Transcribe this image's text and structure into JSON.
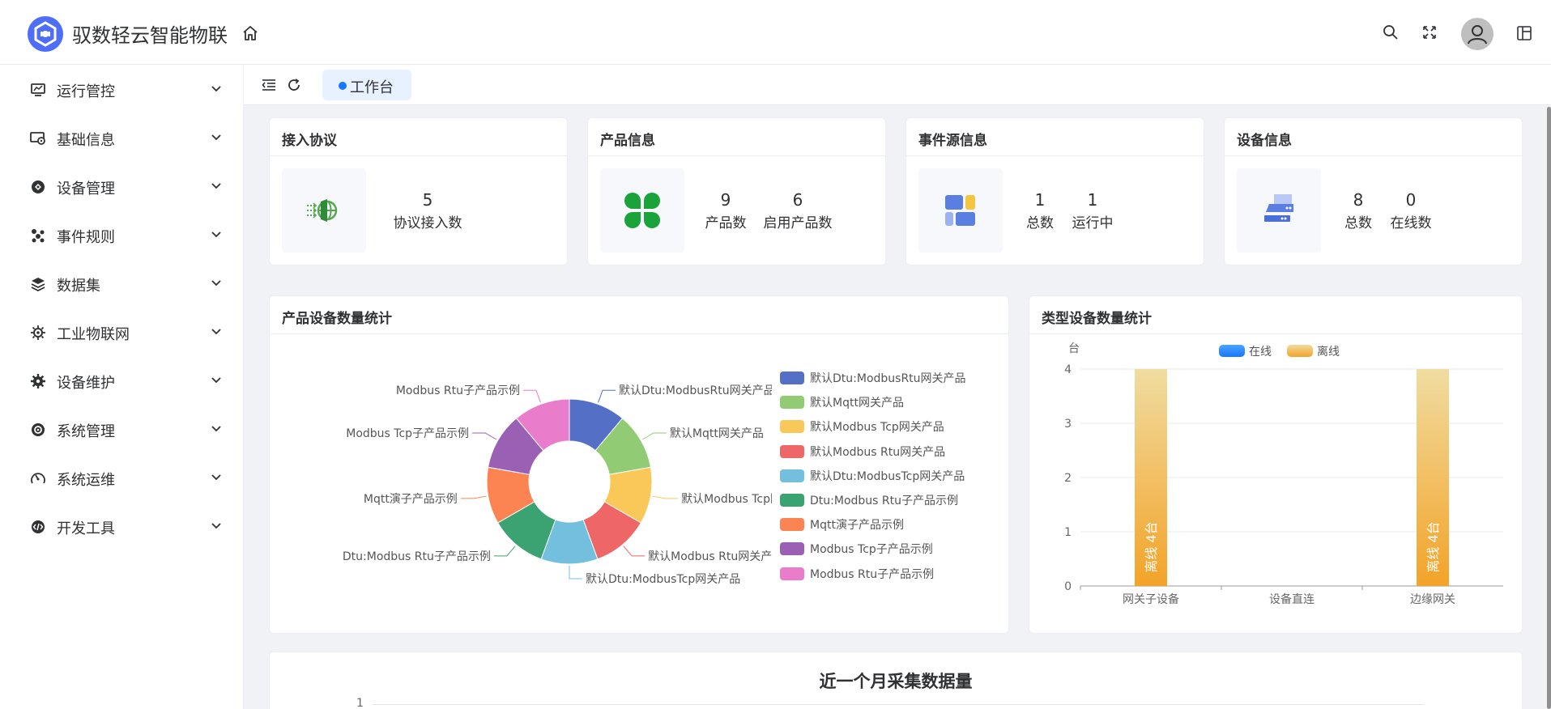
{
  "header": {
    "app_title": "驭数轻云智能物联"
  },
  "sidebar": {
    "items": [
      {
        "label": "运行管控",
        "icon": "monitor-icon"
      },
      {
        "label": "基础信息",
        "icon": "settings-screen-icon"
      },
      {
        "label": "设备管理",
        "icon": "device-icon"
      },
      {
        "label": "事件规则",
        "icon": "flow-icon"
      },
      {
        "label": "数据集",
        "icon": "layers-icon"
      },
      {
        "label": "工业物联网",
        "icon": "industrial-icon"
      },
      {
        "label": "设备维护",
        "icon": "gear-icon"
      },
      {
        "label": "系统管理",
        "icon": "settings-icon"
      },
      {
        "label": "系统运维",
        "icon": "gauge-icon"
      },
      {
        "label": "开发工具",
        "icon": "code-icon"
      }
    ]
  },
  "tabs": [
    {
      "label": "工作台",
      "active": true
    }
  ],
  "cards": {
    "protocol": {
      "title": "接入协议",
      "stats": [
        {
          "value": "5",
          "label": "协议接入数"
        }
      ]
    },
    "product": {
      "title": "产品信息",
      "stats": [
        {
          "value": "9",
          "label": "产品数"
        },
        {
          "value": "6",
          "label": "启用产品数"
        }
      ]
    },
    "event_source": {
      "title": "事件源信息",
      "stats": [
        {
          "value": "1",
          "label": "总数"
        },
        {
          "value": "1",
          "label": "运行中"
        }
      ]
    },
    "device": {
      "title": "设备信息",
      "stats": [
        {
          "value": "8",
          "label": "总数"
        },
        {
          "value": "0",
          "label": "在线数"
        }
      ]
    }
  },
  "product_chart_title": "产品设备数量统计",
  "type_chart_title": "类型设备数量统计",
  "monthly_chart_title": "近一个月采集数据量",
  "colors": {
    "primary": "#1677ff",
    "logo": "#4f6ef7",
    "online": "#1677ff",
    "offline": "#f2b84b"
  },
  "chart_data": [
    {
      "type": "pie",
      "title": "产品设备数量统计",
      "categories": [
        "默认Dtu:ModbusRtu网关产品",
        "默认Mqtt网关产品",
        "默认Modbus Tcp网关产品",
        "默认Modbus Rtu网关产品",
        "默认Dtu:ModbusTcp网关产品",
        "Dtu:Modbus Rtu子产品示例",
        "Mqtt演子产品示例",
        "Modbus Tcp子产品示例",
        "Modbus Rtu子产品示例"
      ],
      "values": [
        1,
        1,
        1,
        1,
        1,
        1,
        1,
        1,
        1
      ],
      "colors": [
        "#5470c6",
        "#91cc75",
        "#fac858",
        "#ee6666",
        "#73c0de",
        "#3ba272",
        "#fc8452",
        "#9a60b4",
        "#ea7ccc"
      ],
      "legend_position": "right"
    },
    {
      "type": "bar",
      "title": "类型设备数量统计",
      "ylabel": "台",
      "categories": [
        "网关子设备",
        "设备直连",
        "边缘网关"
      ],
      "series": [
        {
          "name": "在线",
          "values": [
            0,
            0,
            0
          ]
        },
        {
          "name": "离线",
          "values": [
            4,
            0,
            4
          ]
        }
      ],
      "bar_labels": [
        "离线 4台",
        "",
        "离线 4台"
      ],
      "ylim": [
        0,
        4
      ],
      "yticks": [
        "0",
        "1",
        "2",
        "3",
        "4"
      ],
      "legend_position": "top"
    },
    {
      "type": "line",
      "title": "近一个月采集数据量",
      "yticks": [
        "1"
      ]
    }
  ]
}
